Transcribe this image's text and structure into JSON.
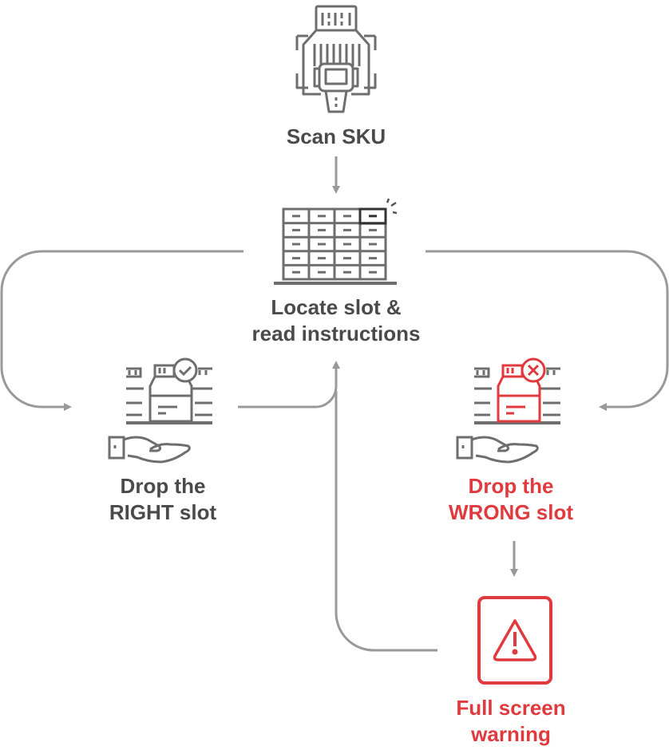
{
  "diagram": {
    "colors": {
      "text": "#4a4a4a",
      "icon": "#6e6e6e",
      "connector": "#999999",
      "alert": "#e03a3e"
    },
    "nodes": [
      {
        "id": "scan",
        "icon": "barcode-scanner-icon",
        "lines": [
          "Scan SKU"
        ],
        "color": "text"
      },
      {
        "id": "locate",
        "icon": "shelf-slots-icon",
        "lines": [
          "Locate slot &",
          "read instructions"
        ],
        "color": "text"
      },
      {
        "id": "right",
        "icon": "drop-right-slot-icon",
        "badge": "check-icon",
        "lines": [
          "Drop the",
          "RIGHT slot"
        ],
        "color": "text"
      },
      {
        "id": "wrong",
        "icon": "drop-wrong-slot-icon",
        "badge": "cross-icon",
        "lines": [
          "Drop the",
          "WRONG slot"
        ],
        "color": "alert"
      },
      {
        "id": "warning",
        "icon": "warning-screen-icon",
        "lines": [
          "Full screen",
          "warning"
        ],
        "color": "alert"
      }
    ],
    "edges": [
      {
        "from": "scan",
        "to": "locate"
      },
      {
        "from": "locate",
        "to": "right"
      },
      {
        "from": "locate",
        "to": "wrong"
      },
      {
        "from": "right",
        "to": "locate"
      },
      {
        "from": "wrong",
        "to": "warning"
      },
      {
        "from": "warning",
        "to": "locate"
      }
    ]
  }
}
